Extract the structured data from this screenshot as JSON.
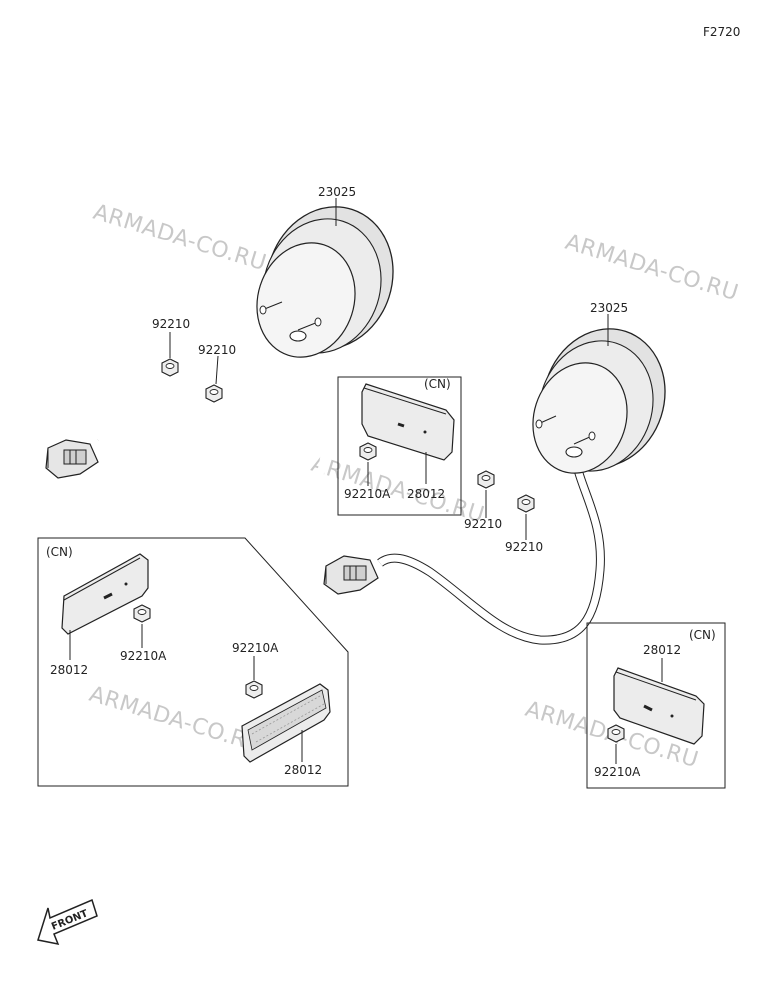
{
  "figure_code": "F2720",
  "watermark": "ARMADA-CO.RU",
  "front_label": "FRONT",
  "labels": {
    "lamp_left": "23025",
    "lamp_right": "23025",
    "nut_l1": "92210",
    "nut_l2": "92210",
    "nut_r1": "92210",
    "nut_r2": "92210",
    "cn_center_tag": "(CN)",
    "cn_center_nut": "92210A",
    "cn_center_refl": "28012",
    "cn_left_tag": "(CN)",
    "cn_left_refl1": "28012",
    "cn_left_nut1": "92210A",
    "cn_left_nut2": "92210A",
    "cn_left_refl2": "28012",
    "cn_right_tag": "(CN)",
    "cn_right_refl": "28012",
    "cn_right_nut": "92210A"
  }
}
